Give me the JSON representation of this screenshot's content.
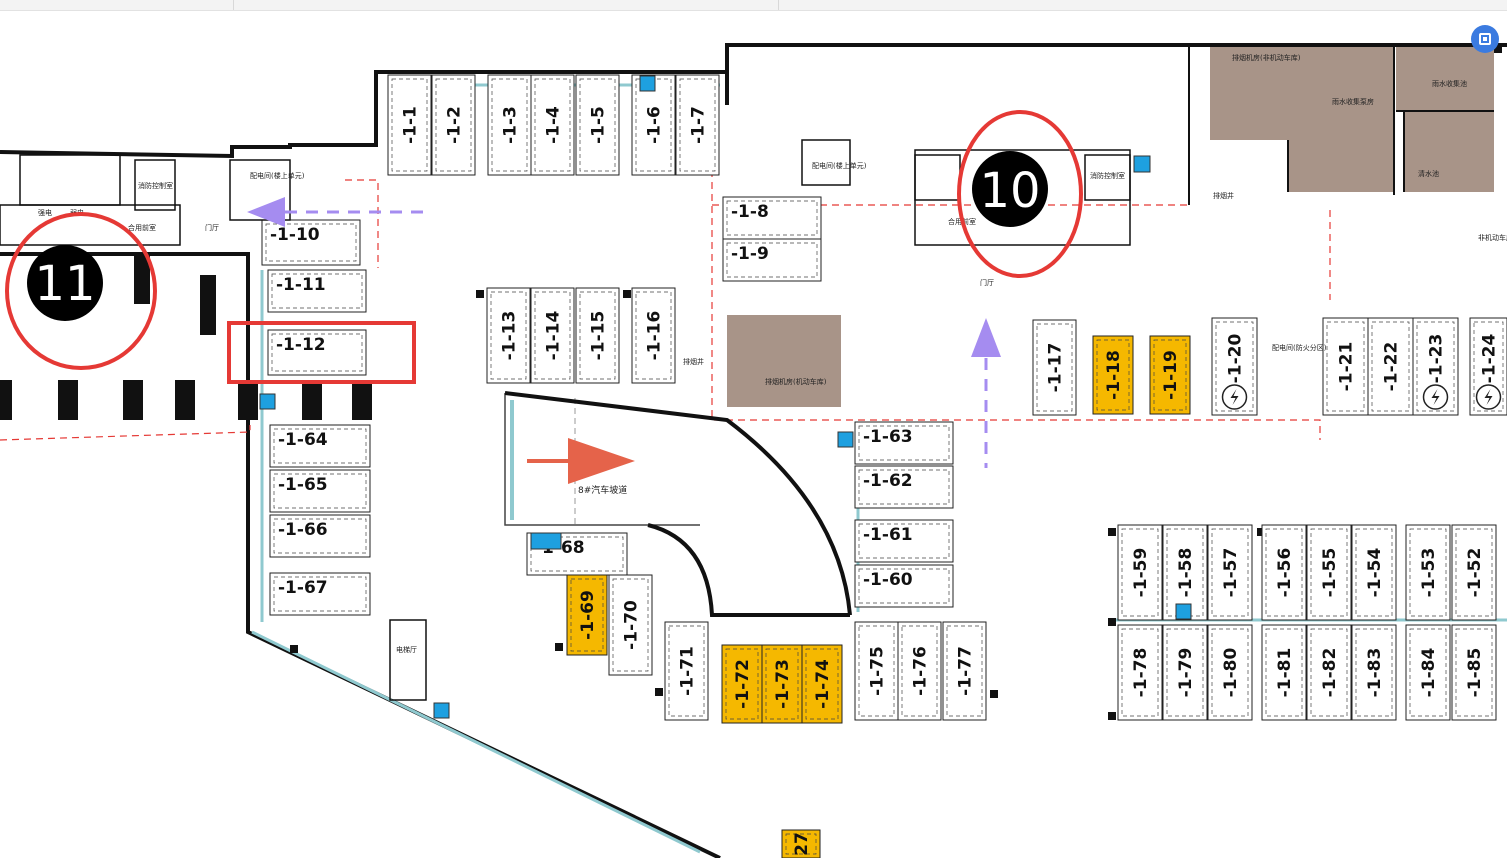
{
  "markers": [
    {
      "id": "m11",
      "label": "11"
    },
    {
      "id": "m10",
      "label": "10"
    }
  ],
  "ramp_label": "8#汽车坡道",
  "colors": {
    "wall": "#111111",
    "red_outline": "#e53935",
    "marker_fill": "#000000",
    "gold_slot": "#f5b800",
    "machine_room": "#a89488",
    "arrow_purple": "#a58cf0",
    "arrow_orange": "#e5634a",
    "blue_box": "#1ea0e0",
    "corner_button": "#3b7be0"
  },
  "slots": [
    {
      "label": "-1-1"
    },
    {
      "label": "-1-2"
    },
    {
      "label": "-1-3"
    },
    {
      "label": "-1-4"
    },
    {
      "label": "-1-5"
    },
    {
      "label": "-1-6"
    },
    {
      "label": "-1-7"
    },
    {
      "label": "-1-8"
    },
    {
      "label": "-1-9"
    },
    {
      "label": "-1-10"
    },
    {
      "label": "-1-11"
    },
    {
      "label": "-1-12"
    },
    {
      "label": "-1-13"
    },
    {
      "label": "-1-14"
    },
    {
      "label": "-1-15"
    },
    {
      "label": "-1-16"
    },
    {
      "label": "-1-17"
    },
    {
      "label": "-1-18",
      "highlight": "gold"
    },
    {
      "label": "-1-19",
      "highlight": "gold"
    },
    {
      "label": "-1-20",
      "charger": true
    },
    {
      "label": "-1-21"
    },
    {
      "label": "-1-22"
    },
    {
      "label": "-1-23",
      "charger": true
    },
    {
      "label": "-1-24",
      "charger": true
    },
    {
      "label": "-1-52"
    },
    {
      "label": "-1-53"
    },
    {
      "label": "-1-54"
    },
    {
      "label": "-1-55"
    },
    {
      "label": "-1-56"
    },
    {
      "label": "-1-57"
    },
    {
      "label": "-1-58"
    },
    {
      "label": "-1-59"
    },
    {
      "label": "-1-60"
    },
    {
      "label": "-1-61"
    },
    {
      "label": "-1-62"
    },
    {
      "label": "-1-63"
    },
    {
      "label": "-1-64"
    },
    {
      "label": "-1-65"
    },
    {
      "label": "-1-66"
    },
    {
      "label": "-1-67"
    },
    {
      "label": "-1-68"
    },
    {
      "label": "-1-69",
      "highlight": "gold"
    },
    {
      "label": "-1-70"
    },
    {
      "label": "-1-71"
    },
    {
      "label": "-1-72",
      "highlight": "gold"
    },
    {
      "label": "-1-73",
      "highlight": "gold"
    },
    {
      "label": "-1-74",
      "highlight": "gold"
    },
    {
      "label": "-1-75"
    },
    {
      "label": "-1-76"
    },
    {
      "label": "-1-77"
    },
    {
      "label": "-1-78"
    },
    {
      "label": "-1-79"
    },
    {
      "label": "-1-80"
    },
    {
      "label": "-1-81"
    },
    {
      "label": "-1-82"
    },
    {
      "label": "-1-83"
    },
    {
      "label": "-1-84"
    },
    {
      "label": "-1-85"
    },
    {
      "label": "27",
      "highlight": "gold"
    }
  ],
  "rooms": [
    {
      "label": "配电间(楼上单元)"
    },
    {
      "label": "配电间(楼上单元)"
    },
    {
      "label": "消防控制室"
    },
    {
      "label": "消防控制室"
    },
    {
      "label": "强电"
    },
    {
      "label": "弱电"
    },
    {
      "label": "合用前室"
    },
    {
      "label": "合用前室"
    },
    {
      "label": "门厅"
    },
    {
      "label": "门厅"
    },
    {
      "label": "排烟井"
    },
    {
      "label": "排烟井"
    },
    {
      "label": "排烟机房(机动车库)"
    },
    {
      "label": "排烟机房(非机动车库)"
    },
    {
      "label": "雨水收集泵房"
    },
    {
      "label": "雨水收集池"
    },
    {
      "label": "清水池"
    },
    {
      "label": "配电间(防火分区)"
    },
    {
      "label": "非机动车库"
    },
    {
      "label": "电梯厅"
    }
  ]
}
